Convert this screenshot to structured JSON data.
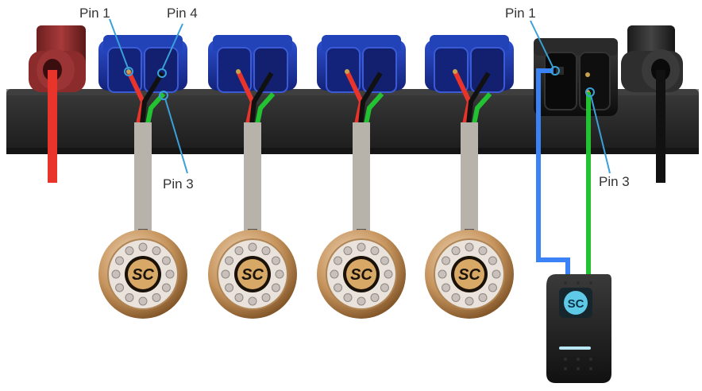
{
  "labels": {
    "left_pin1": "Pin 1",
    "left_pin4": "Pin 4",
    "left_pin3": "Pin 3",
    "right_pin1": "Pin 1",
    "right_pin3": "Pin 3"
  },
  "light_logo_text": "SC",
  "switch_logo_text": "SC",
  "colors": {
    "blue_connector": "#1e3aa8",
    "black_connector": "#1a1a1a",
    "power_red": "#e8342b",
    "power_black": "#111111",
    "wire_red": "#e8342b",
    "wire_green": "#22c232",
    "wire_blue": "#3b82f6",
    "cable_grey": "#b8b3aa",
    "callout_line": "#3aa0d8",
    "bar": "#2b2b2b",
    "bronze": "#b8874f"
  },
  "icons": [
    "red-power-terminal-icon",
    "black-power-terminal-icon",
    "blue-connector-icon",
    "black-connector-icon",
    "underwater-light-icon",
    "rocker-switch-icon"
  ]
}
